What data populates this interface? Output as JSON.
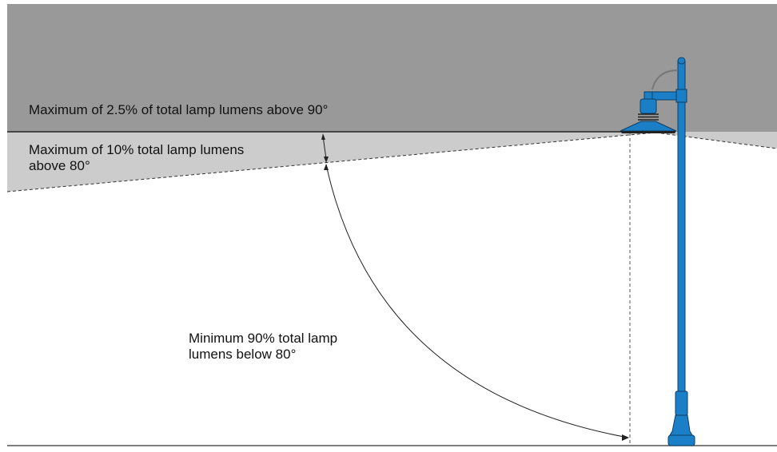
{
  "zones": {
    "above_90": {
      "text": "Maximum of 2.5% of total lamp lumens above 90°",
      "color": "#999999"
    },
    "above_80": {
      "line1": "Maximum of 10% total lamp lumens",
      "line2": "above 80°",
      "color": "#cccccc"
    },
    "below_80": {
      "line1": "Minimum 90% total lamp",
      "line2": "lumens below 80°",
      "color": "#ffffff"
    }
  },
  "lamp_post": {
    "color": "#1a7fc6",
    "outline": "#0d3f66"
  },
  "lines": {
    "ground": "#555555",
    "horizon": "#222222",
    "dashed": "#333333"
  }
}
